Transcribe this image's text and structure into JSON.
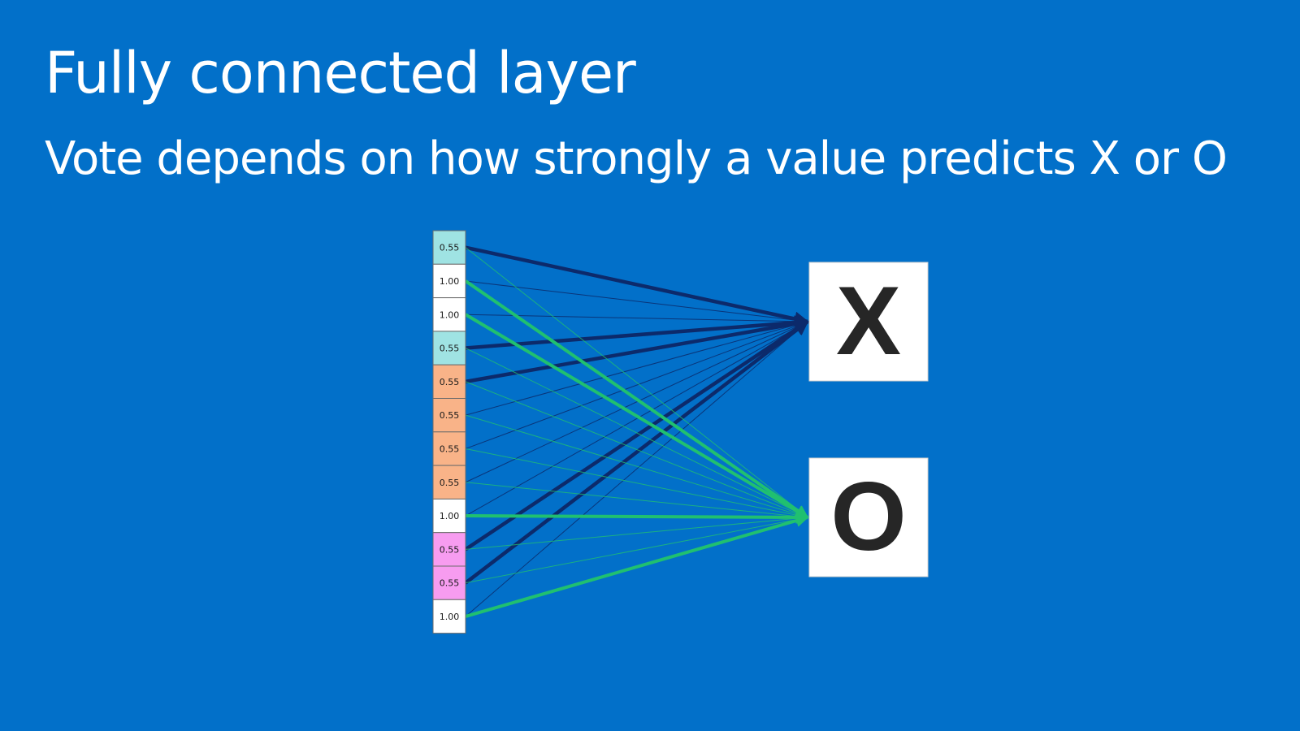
{
  "slide": {
    "title": "Fully connected layer",
    "subtitle": "Vote depends on how strongly a value predicts X or O"
  },
  "colors": {
    "background": "#0270c9",
    "x_connection": "#0c2a6b",
    "o_connection": "#20c070",
    "cyan_cell": "#9fe3e3",
    "orange_cell": "#f9b388",
    "white_cell": "#ffffff",
    "pink_cell": "#f79cf0"
  },
  "input_vector": [
    {
      "value": "0.55",
      "color": "cyan"
    },
    {
      "value": "1.00",
      "color": "white"
    },
    {
      "value": "1.00",
      "color": "white"
    },
    {
      "value": "0.55",
      "color": "cyan"
    },
    {
      "value": "0.55",
      "color": "orange"
    },
    {
      "value": "0.55",
      "color": "orange"
    },
    {
      "value": "0.55",
      "color": "orange"
    },
    {
      "value": "0.55",
      "color": "orange"
    },
    {
      "value": "1.00",
      "color": "white"
    },
    {
      "value": "0.55",
      "color": "pink"
    },
    {
      "value": "0.55",
      "color": "pink"
    },
    {
      "value": "1.00",
      "color": "white"
    }
  ],
  "outputs": [
    {
      "label": "X"
    },
    {
      "label": "O"
    }
  ],
  "connections": {
    "to_x_strong_inputs": [
      0,
      3,
      4,
      9,
      10
    ],
    "to_o_strong_inputs": [
      1,
      2,
      8,
      11
    ]
  }
}
